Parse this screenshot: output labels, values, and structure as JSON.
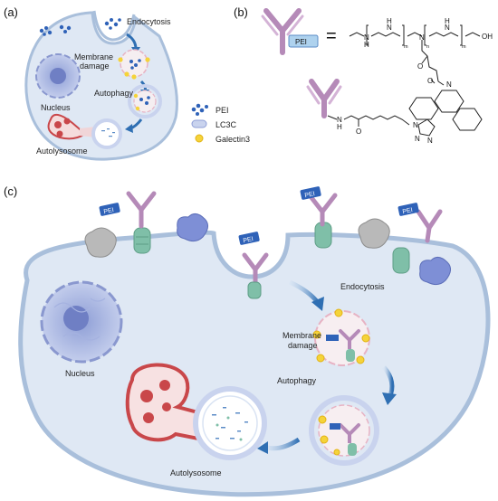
{
  "panel_a": {
    "label": "(a)",
    "nucleus": "Nucleus",
    "endocytosis": "Endocytosis",
    "membrane_damage_1": "Membrane",
    "membrane_damage_2": "damage",
    "autophagy": "Autophagy",
    "autolysosome": "Autolysosome",
    "legend": [
      {
        "label": "PEI",
        "icon": "pei-polymer-icon",
        "color": "#2f62b8"
      },
      {
        "label": "LC3C",
        "icon": "lc3c-capsule-icon",
        "color": "#c9d3ee"
      },
      {
        "label": "Galectin3",
        "icon": "galectin3-dot-icon",
        "color": "#f5d33a"
      }
    ]
  },
  "panel_b": {
    "label": "(b)",
    "equals": "=",
    "pei_tag": "PEI",
    "chem": {
      "n_h1": "N",
      "h1": "H",
      "n_h2": "N",
      "h2": "H",
      "n_h3": "N",
      "h3": "H",
      "n_tert": "N",
      "sub_m1": "m",
      "sub_n": "n",
      "sub_m2": "m",
      "oh": "OH",
      "o1": "O",
      "o2": "O",
      "o3": "O",
      "n_ring": "N",
      "n_tri1": "N",
      "n_tri2": "N",
      "n_tri3": "N",
      "nh_link_n": "N",
      "nh_link_h": "H"
    }
  },
  "panel_c": {
    "label": "(c)",
    "nucleus": "Nucleus",
    "endocytosis": "Endocytosis",
    "membrane_damage_1": "Membrane",
    "membrane_damage_2": "damage",
    "autophagy": "Autophagy",
    "autolysosome": "Autolysosome",
    "pei_tag": "PEI"
  },
  "colors": {
    "cell_fill": "#dfe8f4",
    "membrane": "#a9bfdb",
    "antibody": "#b58ab8",
    "pei_tag": "#2f62b8",
    "receptor_green": "#7fbfa8",
    "receptor_blue": "#7e8fd6",
    "receptor_gray": "#b9b9b9",
    "galectin": "#f5d33a",
    "lysosome": "#c9474a"
  }
}
